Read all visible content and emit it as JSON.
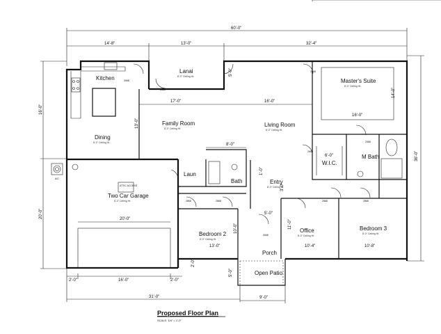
{
  "title": "Proposed Floor Plan",
  "scale": "SCALE: 1/4\" = 1'-0\"",
  "rooms": {
    "kitchen": "Kitchen",
    "lanai": "Lanai",
    "masters_suite": "Master's Suite",
    "family_room": "Family Room",
    "living_room": "Living Room",
    "dining": "Dining",
    "two_car_garage": "Two Car Garage",
    "laun": "Laun",
    "bath": "Bath",
    "entry": "Entry",
    "wic": "W.I.C.",
    "m_bath": "M Bath",
    "bedroom_2": "Bedroom 2",
    "office": "Office",
    "bedroom_3": "Bedroom 3",
    "porch": "Porch",
    "open_patio": "Open Patio",
    "ac": "A/C",
    "attic_access": "ATTIC ACCESS"
  },
  "ceilings": {
    "standard": "8'-0\" Ceiling Ht."
  },
  "dimensions": {
    "overall_top": "60'-0\"",
    "top_1": "14'-8\"",
    "top_2": "13'-0\"",
    "top_3": "32'-4\"",
    "left_upper": "16'-0\"",
    "left_lower": "20'-0\"",
    "right_overall": "36'-0\"",
    "lanai_width": "17'-0\"",
    "living_width": "16'-0\"",
    "family_depth": "13'-0\"",
    "bath_width": "8'-0\"",
    "garage_width": "20'-0\"",
    "bed2_width": "13'-0\"",
    "bed2_depth": "10'-0\"",
    "porch_width": "5'-0\"",
    "office_width": "10'-4\"",
    "office_depth": "11'-0\"",
    "bed3_width": "10'-8\"",
    "master_width": "16'-0\"",
    "master_depth": "14'-0\"",
    "wic_width": "6'-0\"",
    "lanai_depth": "5'-0\"",
    "bottom_left_1": "2'-0\"",
    "bottom_left_2": "16'-0\"",
    "bottom_left_3": "2'-0\"",
    "bottom_overall_left": "31'-0\"",
    "bottom_right": "9'-0\"",
    "patio_depth": "5'-0\"",
    "porch_step": "2'-0\"",
    "entry_step": "3'-0\"",
    "stair_step": "1'-0\""
  },
  "door_tags": {
    "d3068": "3068",
    "d2868": "2868",
    "d3068b": "3068",
    "d2068": "2068",
    "d2668": "2668"
  }
}
